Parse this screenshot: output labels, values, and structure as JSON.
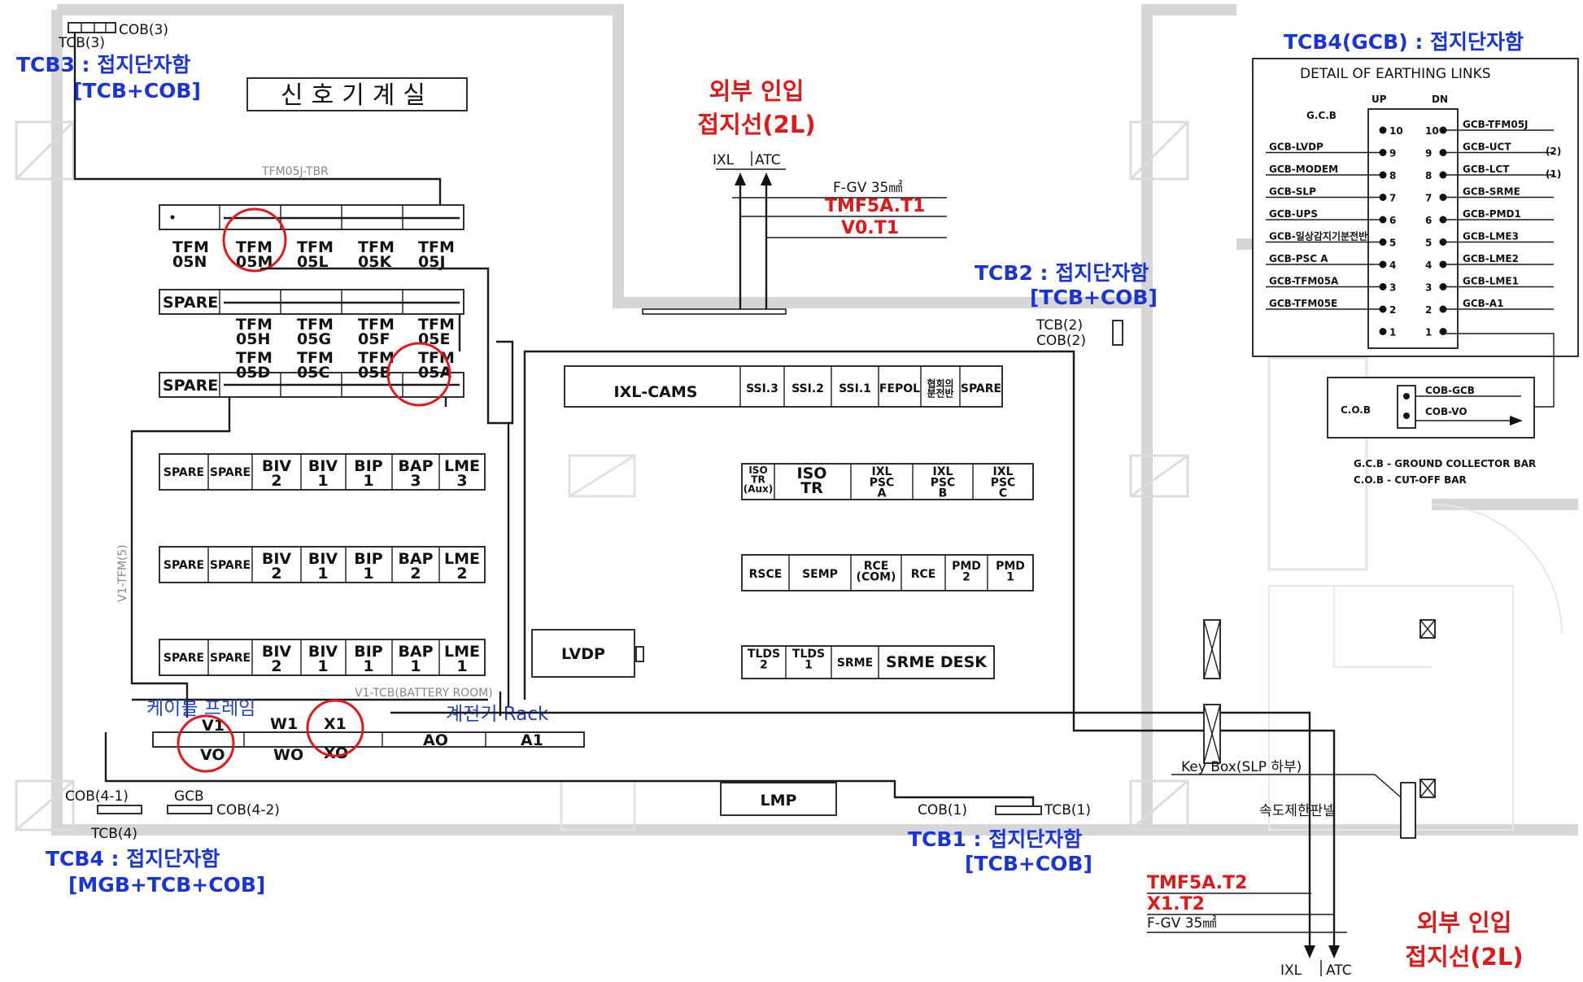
{
  "room": {
    "title": "신호기계실"
  },
  "tcb3": {
    "top_cob": "COB(3)",
    "top_tcb": "TCB(3)",
    "title": "TCB3 : 접지단자함",
    "sub": "[TCB+COB]"
  },
  "wire_tfm05j_tbr": "TFM05J-TBR",
  "row1": {
    "n": "TFM\n05N",
    "m": "TFM\n05M",
    "l": "TFM\n05L",
    "k": "TFM\n05K",
    "j": "TFM\n05J"
  },
  "row2": {
    "spare": "SPARE",
    "h": "TFM\n05H",
    "g": "TFM\n05G",
    "f": "TFM\n05F",
    "e": "TFM\n05E"
  },
  "row3": {
    "spare": "SPARE",
    "d": "TFM\n05D",
    "c": "TFM\n05C",
    "b": "TFM\n05B",
    "a": "TFM\n05A"
  },
  "rackrows": [
    {
      "c1": "SPARE",
      "c2": "SPARE",
      "c3": "BIV\n2",
      "c4": "BIV\n1",
      "c5": "BIP\n1",
      "c6": "BAP\n3",
      "c7": "LME\n3"
    },
    {
      "c1": "SPARE",
      "c2": "SPARE",
      "c3": "BIV\n2",
      "c4": "BIV\n1",
      "c5": "BIP\n1",
      "c6": "BAP\n2",
      "c7": "LME\n2"
    },
    {
      "c1": "SPARE",
      "c2": "SPARE",
      "c3": "BIV\n2",
      "c4": "BIV\n1",
      "c5": "BIP\n1",
      "c6": "BAP\n1",
      "c7": "LME\n1"
    }
  ],
  "v1_tfm": "V1-TFM(5)",
  "v1_tcb": "V1-TCB(BATTERY ROOM)",
  "lvdp": "LVDP",
  "cable_frame": "케이블 프레임",
  "relay_rack": "계전기 Rack",
  "frame": {
    "v1": "V1",
    "v0": "VO",
    "w1": "W1",
    "w0": "WO",
    "x1": "X1",
    "x0": "XO",
    "a0": "AO",
    "a1": "A1"
  },
  "tcb4": {
    "cob41": "COB(4-1)",
    "gcb": "GCB",
    "cob42": "COB(4-2)",
    "tcb": "TCB(4)",
    "title": "TCB4 : 접지단자함",
    "sub": "[MGB+TCB+COB]"
  },
  "lmp": "LMP",
  "tcb1": {
    "label": "COB(1)",
    "label2": "TCB(1)",
    "title": "TCB1 : 접지단자함",
    "sub": "[TCB+COB]"
  },
  "ext1": {
    "title1": "외부 인입",
    "title2": "접지선(2L)",
    "ixl": "IXL",
    "atc": "ATC",
    "fgv": "F-GV 35㎟",
    "t1": "TMF5A.T1",
    "t2": "V0.T1"
  },
  "tcb2": {
    "title": "TCB2 : 접지단자함",
    "sub": "[TCB+COB]",
    "l1": "TCB(2)",
    "l2": "COB(2)"
  },
  "cams_row": {
    "cams": "IXL-CAMS",
    "s3": "SSI.3",
    "s2": "SSI.2",
    "s1": "SSI.1",
    "fepol": "FEPOL",
    "sub": "협회의\n분전반",
    "spare": "SPARE"
  },
  "row_iso": {
    "a": "ISO\nTR\n(Aux)",
    "b": "ISO\nTR",
    "c": "IXL\nPSC\nA",
    "d": "IXL\nPSC\nB",
    "e": "IXL\nPSC\nC"
  },
  "row_rsce": {
    "a": "RSCE",
    "b": "SEMP",
    "c": "RCE\n(COM)",
    "d": "RCE",
    "e": "PMD\n2",
    "f": "PMD\n1"
  },
  "row_tlds": {
    "a": "TLDS\n2",
    "b": "TLDS\n1",
    "c": "SRME",
    "d": "SRME DESK"
  },
  "keybox": "Key Box(SLP 하부)",
  "speed_panel": "속도제한판넬",
  "ext2": {
    "t1": "TMF5A.T2",
    "t2": "X1.T2",
    "fgv": "F-GV 35㎟",
    "title1": "외부 인입",
    "title2": "접지선(2L)",
    "ixl": "IXL",
    "atc": "ATC"
  },
  "detail": {
    "title": "TCB4(GCB) : 접지단자함",
    "heading": "DETAIL OF EARTHING LINKS",
    "gcb": "G.C.B",
    "up": "UP",
    "dn": "DN",
    "left": [
      "GCB-LVDP",
      "GCB-MODEM",
      "GCB-SLP",
      "GCB-UPS",
      "GCB-일상감지기분전반",
      "GCB-PSC A",
      "GCB-TFM05A",
      "GCB-TFM05E"
    ],
    "right": [
      "GCB-TFM05J",
      "GCB-UCT",
      "GCB-LCT",
      "GCB-SRME",
      "GCB-PMD1",
      "GCB-LME3",
      "GCB-LME2",
      "GCB-LME1",
      "GCB-A1"
    ],
    "nums_up": [
      "10",
      "9",
      "8",
      "7",
      "6",
      "5",
      "4",
      "3",
      "2",
      "1"
    ],
    "nums_dn": [
      "10",
      "9",
      "8",
      "7",
      "6",
      "5",
      "4",
      "3",
      "2",
      "1"
    ],
    "p2": "(2)",
    "p1": "(1)",
    "cob": "C.O.B",
    "cob_gcb": "COB-GCB",
    "cob_v0": "COB-VO",
    "legend1": "G.C.B - GROUND COLLECTOR BAR",
    "legend2": "C.O.B - CUT-OFF BAR"
  }
}
